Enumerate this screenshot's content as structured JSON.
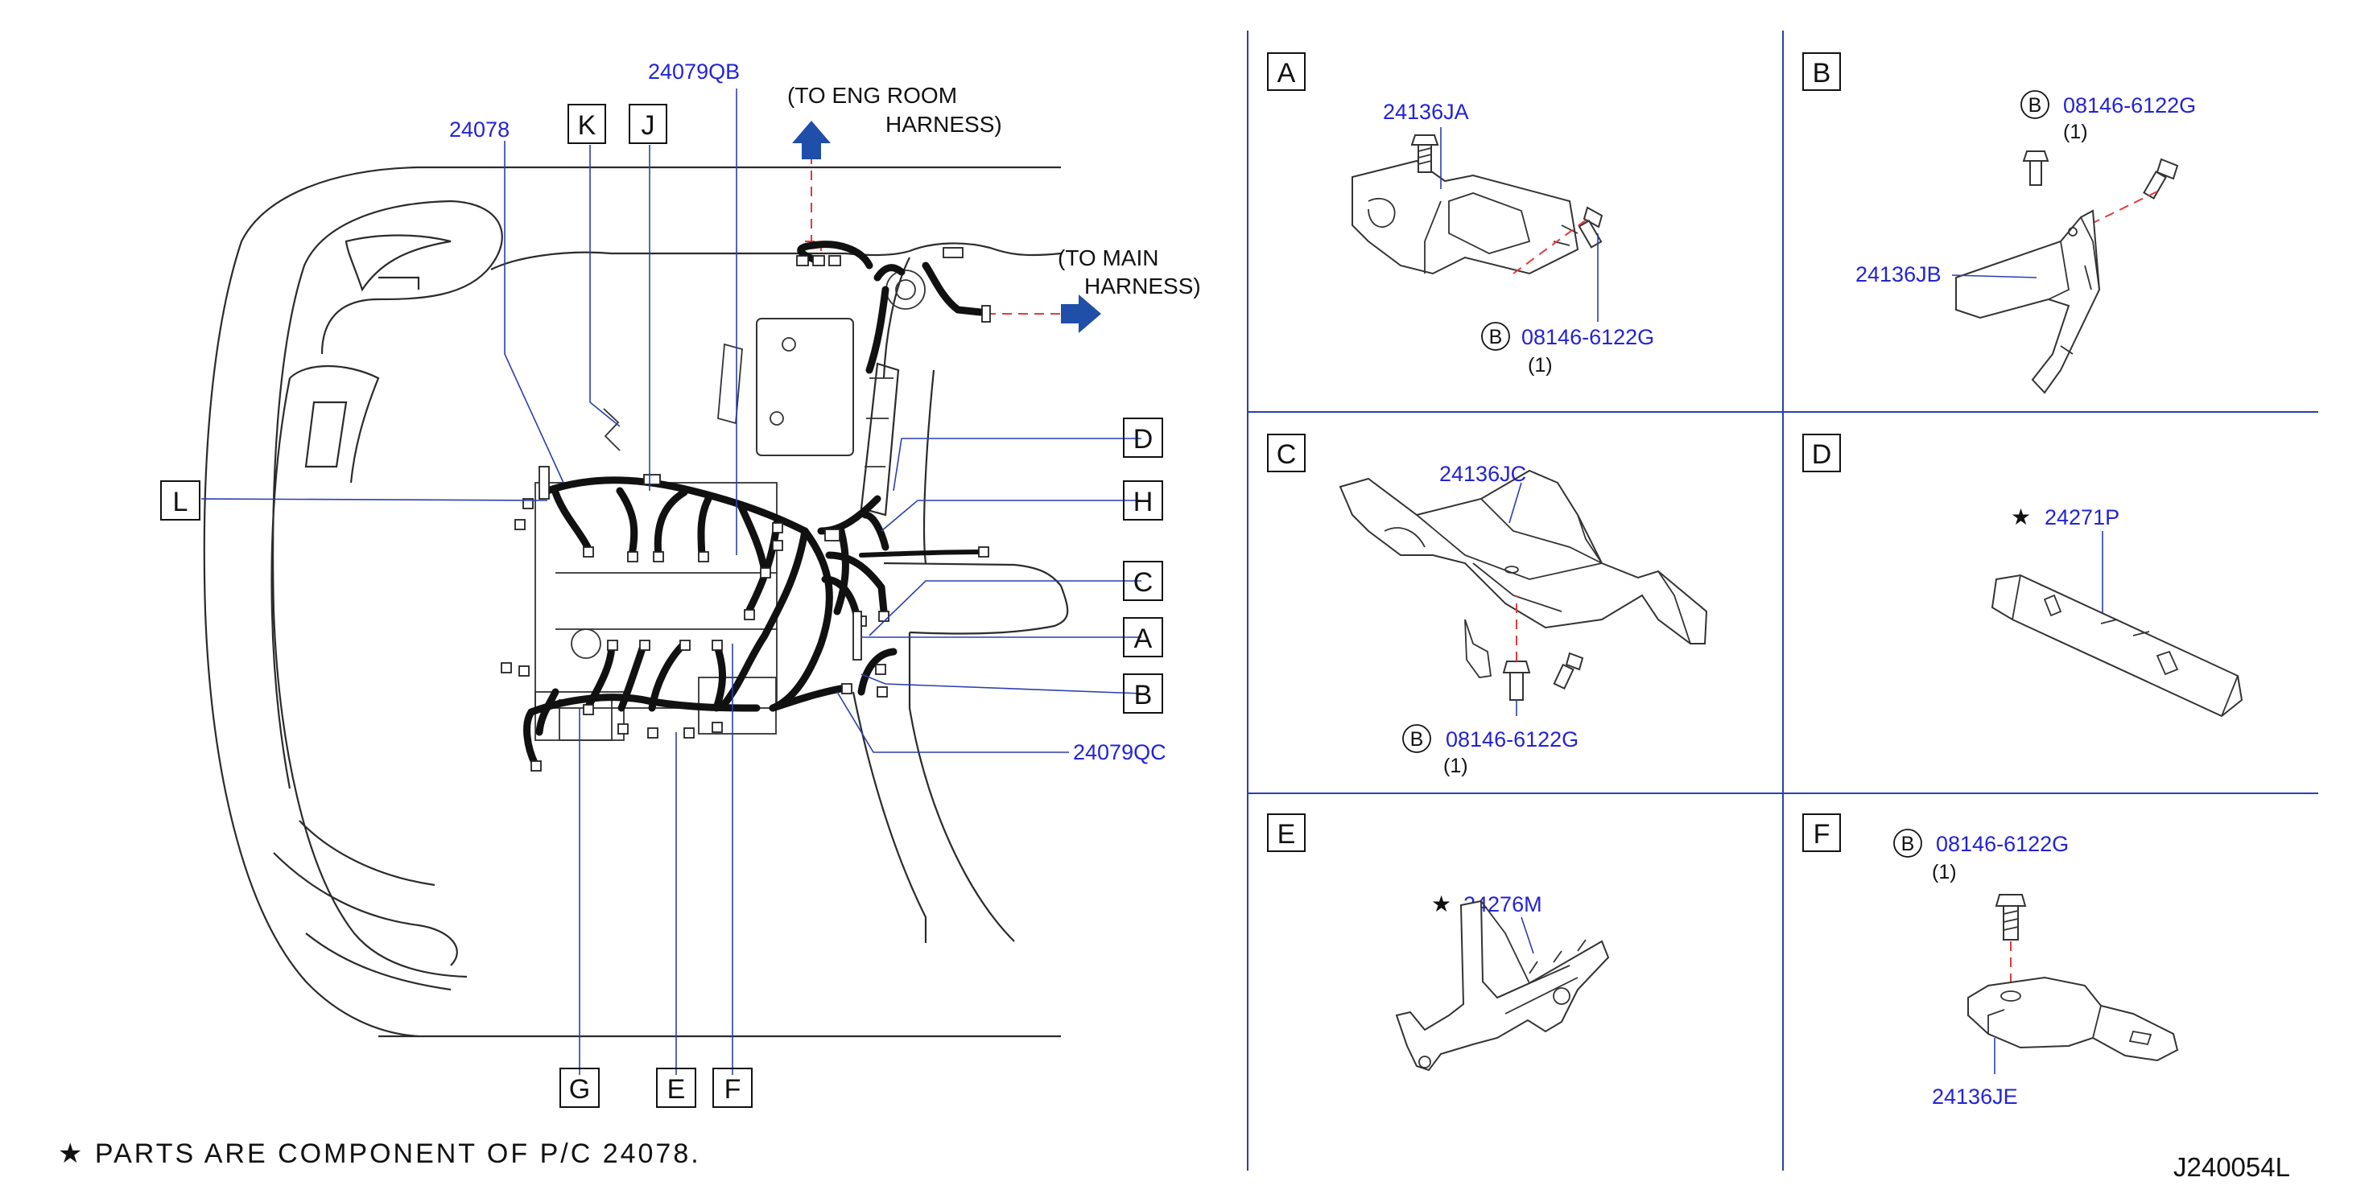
{
  "diagram": {
    "code": "J240054L",
    "note": "★  PARTS  ARE  COMPONENT  OF  P/C  24078.",
    "star": "★",
    "main": {
      "part_24078": "24078",
      "part_24079QB": "24079QB",
      "part_24079QC": "24079QC",
      "eng_room_line1": "(TO   ENG   ROOM",
      "eng_room_line2": "HARNESS)",
      "main_line1": "(TO   MAIN",
      "main_line2": "HARNESS)",
      "callouts": [
        "K",
        "J",
        "L",
        "D",
        "H",
        "C",
        "A",
        "B",
        "G",
        "E",
        "F"
      ]
    },
    "panels": [
      {
        "letter": "A",
        "parts": [
          "24136JA",
          "08146-6122G"
        ],
        "ref": "B",
        "qty": "(1)"
      },
      {
        "letter": "B",
        "parts": [
          "08146-6122G",
          "24136JB"
        ],
        "ref": "B",
        "qty": "(1)"
      },
      {
        "letter": "C",
        "parts": [
          "24136JC",
          "08146-6122G"
        ],
        "ref": "B",
        "qty": "(1)"
      },
      {
        "letter": "D",
        "parts": [
          "24271P"
        ],
        "star": "★"
      },
      {
        "letter": "E",
        "parts": [
          "24276M"
        ],
        "star": "★"
      },
      {
        "letter": "F",
        "parts": [
          "08146-6122G",
          "24136JE"
        ],
        "ref": "B",
        "qty": "(1)"
      }
    ]
  }
}
